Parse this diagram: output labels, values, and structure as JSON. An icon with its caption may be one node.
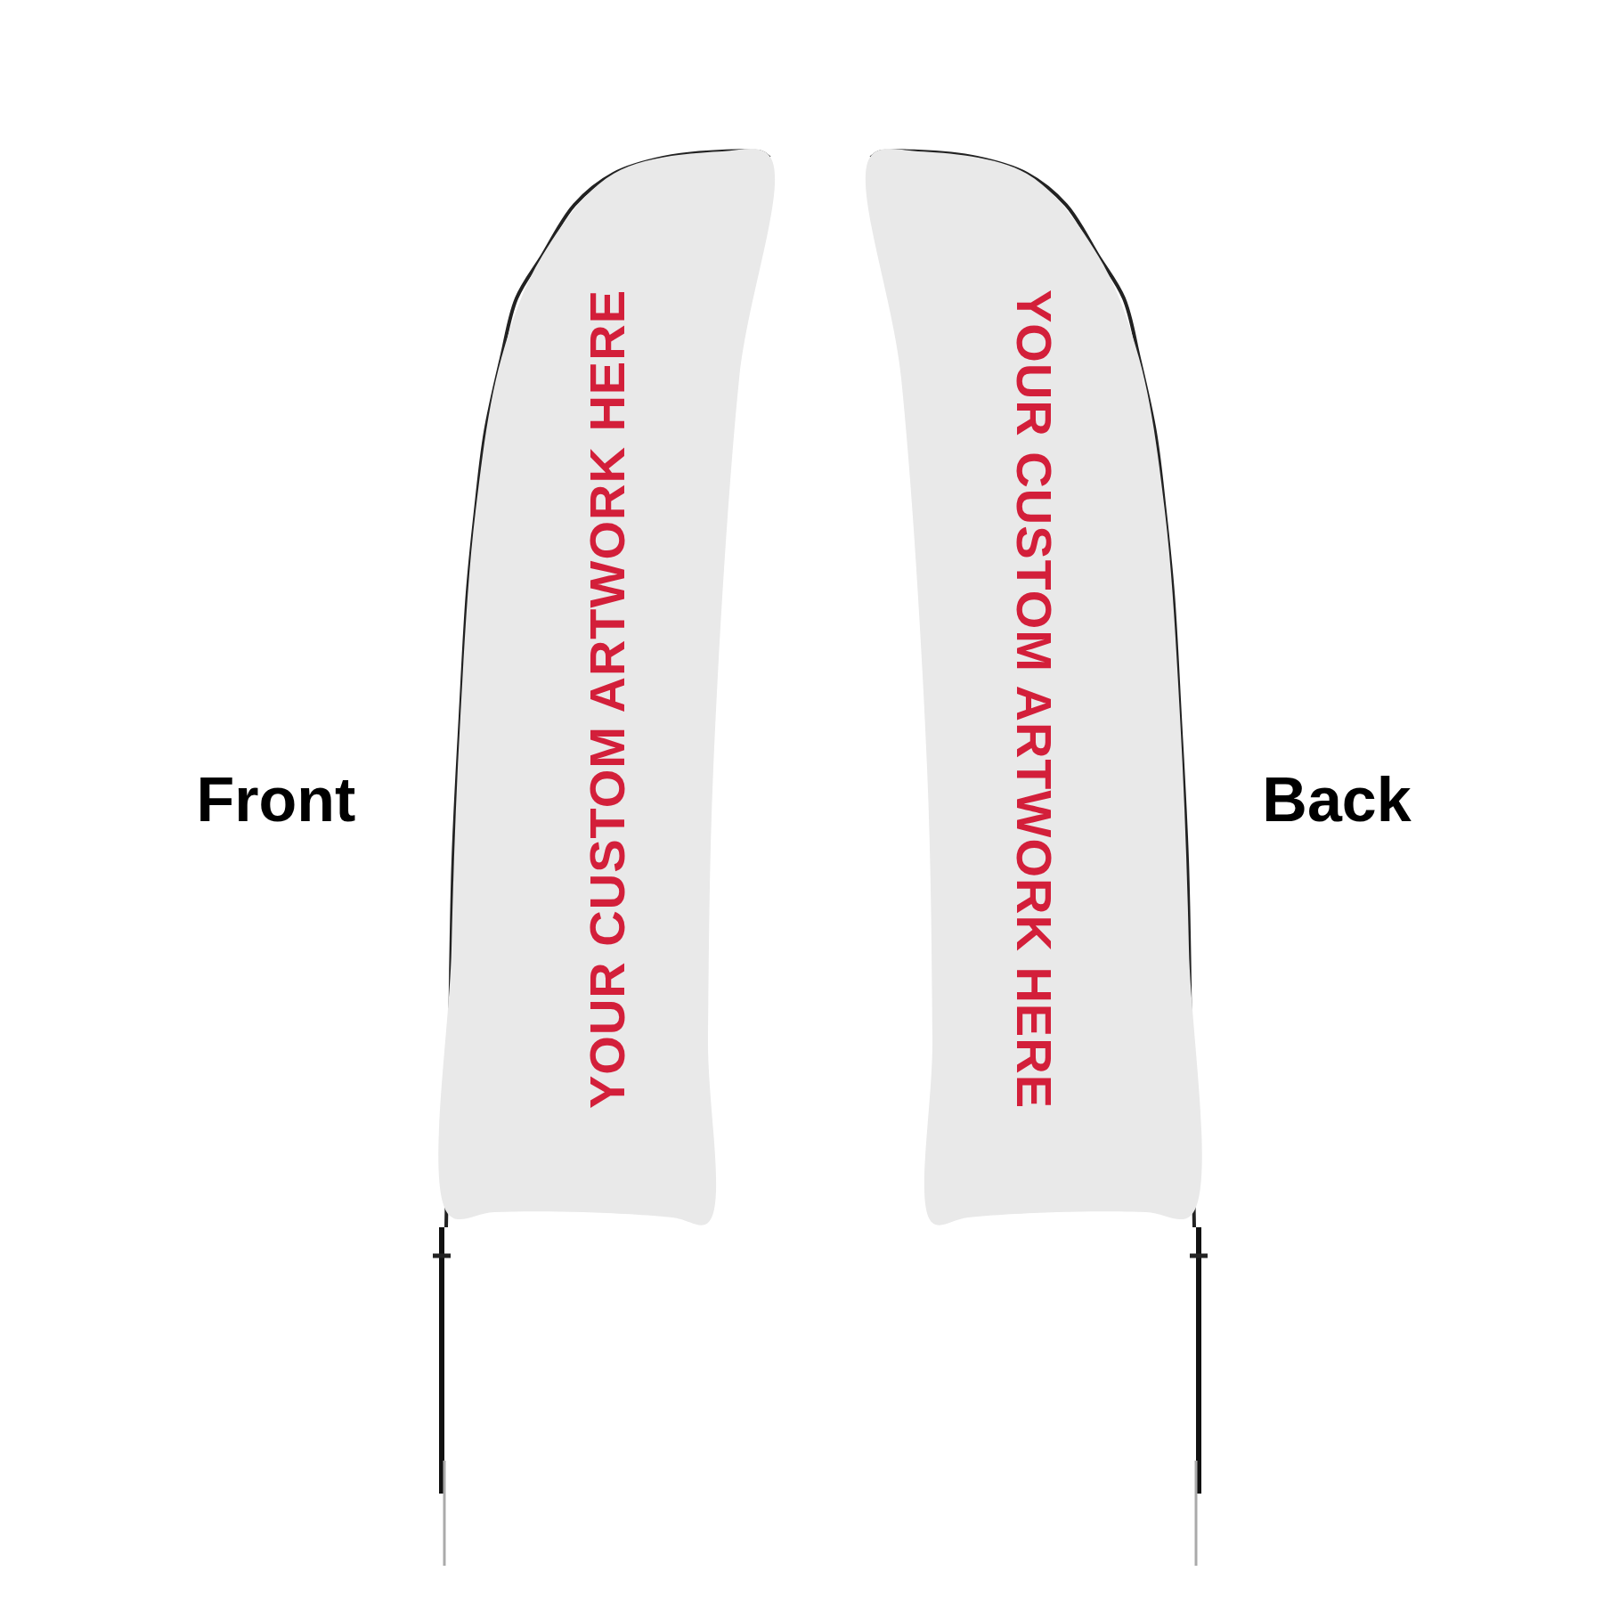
{
  "diagram": {
    "nodes": [
      {
        "text": [
          "YOUR CUSTOM ARTWORK HERE"
        ]
      },
      {
        "text": [
          "YOUR CUSTOM ARTWORK HERE"
        ]
      }
    ],
    "labels": [
      "Front",
      "Back"
    ]
  }
}
